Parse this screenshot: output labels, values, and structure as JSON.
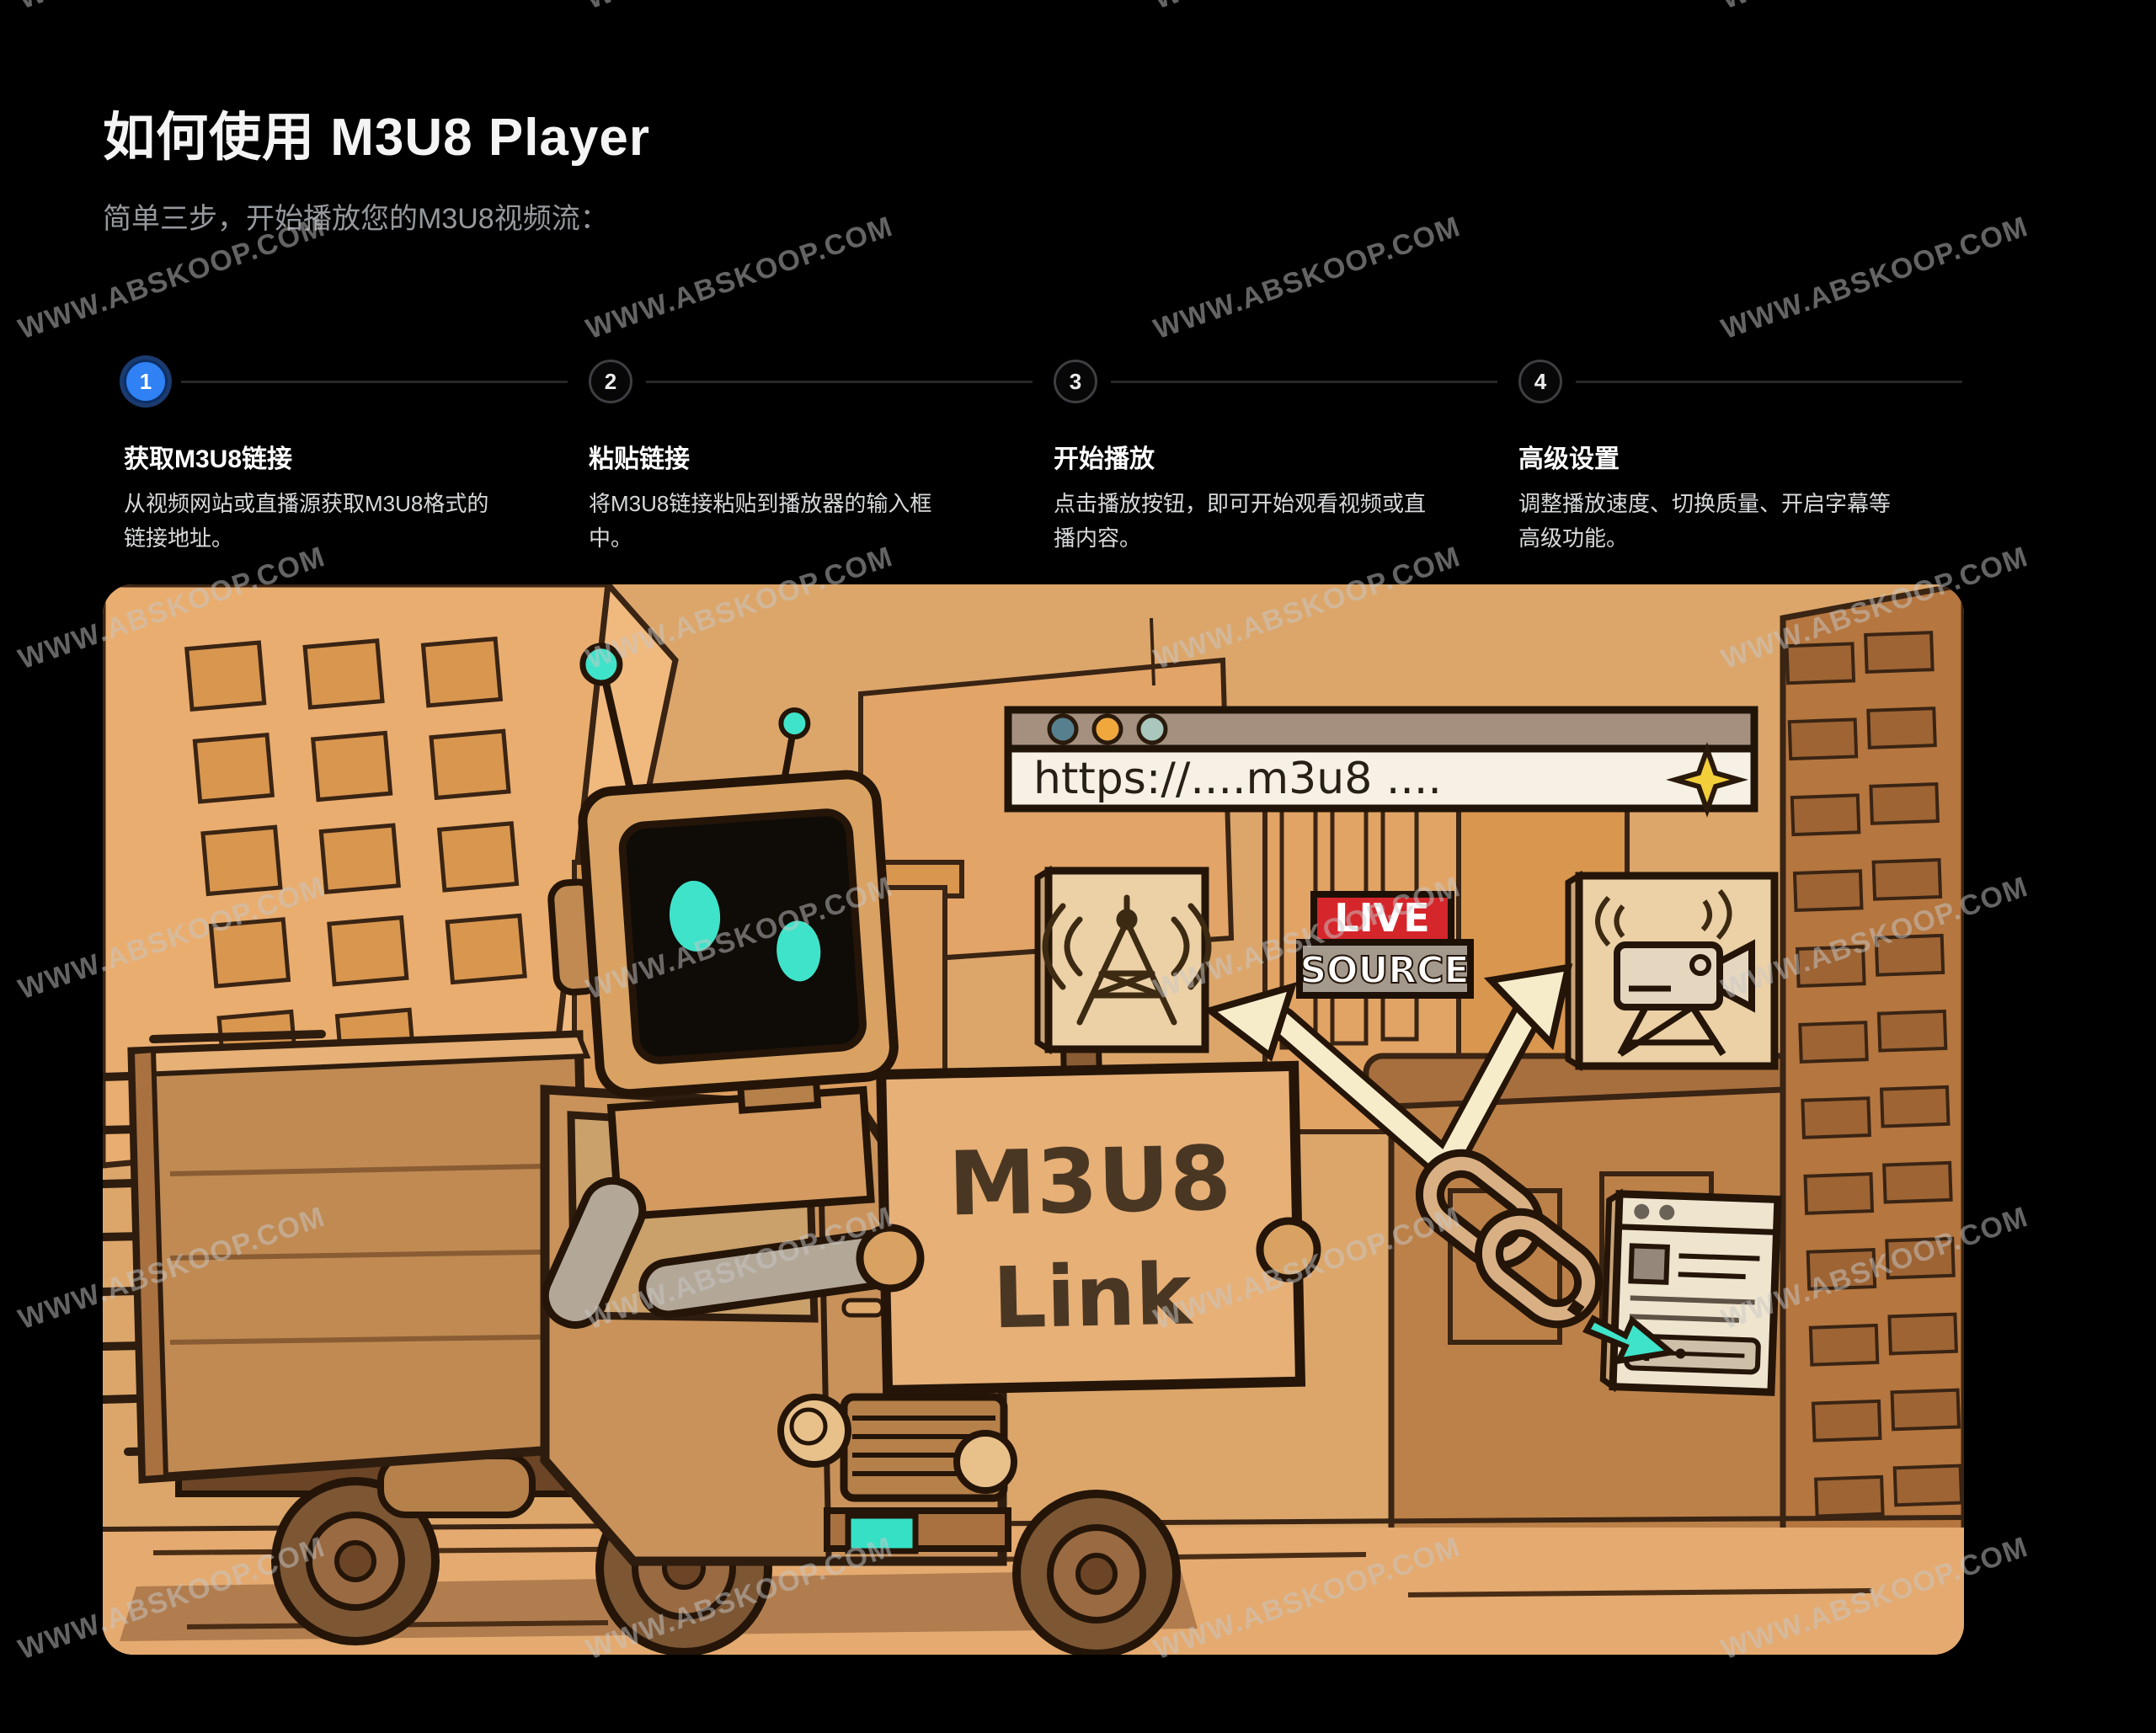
{
  "watermark": {
    "text": "WWW.ABSKOOP.COM"
  },
  "header": {
    "title": "如何使用 M3U8 Player",
    "subtitle": "简单三步，开始播放您的M3U8视频流："
  },
  "steps": [
    {
      "number": "1",
      "title": "获取M3U8链接",
      "description": "从视频网站或直播源获取M3U8格式的链接地址。",
      "active": true
    },
    {
      "number": "2",
      "title": "粘贴链接",
      "description": "将M3U8链接粘贴到播放器的输入框中。",
      "active": false
    },
    {
      "number": "3",
      "title": "开始播放",
      "description": "点击播放按钮，即可开始观看视频或直播内容。",
      "active": false
    },
    {
      "number": "4",
      "title": "高级设置",
      "description": "调整播放速度、切换质量、开启字幕等高级功能。",
      "active": false
    }
  ],
  "illustration": {
    "browser_url": "https://....m3u8 ....",
    "sign_line1": "M3U8",
    "sign_line2": "Link",
    "live_label": "LIVE",
    "source_label": "SOURCE"
  },
  "colors": {
    "page_background": "#000000",
    "accent_blue": "#2f81f4",
    "title_text": "#f4f4f5",
    "subtitle_text": "#95989c",
    "scene_sky": "#dca66a",
    "live_red": "#d5262b",
    "source_gray": "#a39a8d",
    "arrow_cream": "#f6ecca",
    "robot_eye_teal": "#3fe3c9",
    "sign_tan": "#e7b077",
    "sign_text_brown": "#4a3723",
    "url_text": "#262017",
    "sparkle_yellow": "#f2cf3a"
  }
}
